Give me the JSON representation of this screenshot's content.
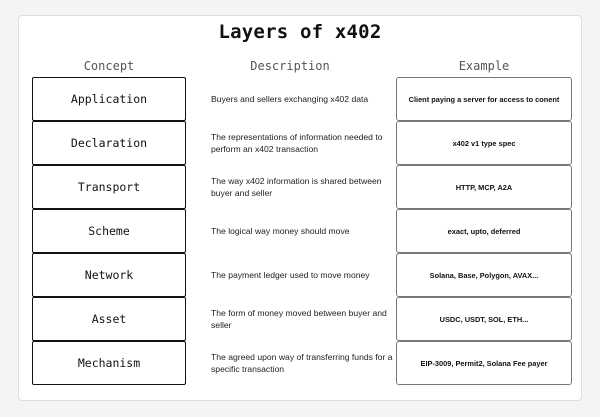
{
  "title": "Layers of x402",
  "headers": {
    "concept": "Concept",
    "description": "Description",
    "example": "Example"
  },
  "rows": [
    {
      "concept": "Application",
      "description": "Buyers and sellers exchanging x402 data",
      "example": "Client paying a server for access to conent"
    },
    {
      "concept": "Declaration",
      "description": "The representations of information needed to perform an x402 transaction",
      "example": "x402 v1 type spec"
    },
    {
      "concept": "Transport",
      "description": "The way x402 information is shared between buyer and seller",
      "example": "HTTP, MCP, A2A"
    },
    {
      "concept": "Scheme",
      "description": "The logical way money should move",
      "example": "exact, upto, deferred"
    },
    {
      "concept": "Network",
      "description": "The payment ledger used to move money",
      "example": "Solana, Base, Polygon, AVAX..."
    },
    {
      "concept": "Asset",
      "description": "The form of money moved between buyer and seller",
      "example": "USDC, USDT, SOL, ETH..."
    },
    {
      "concept": "Mechanism",
      "description": "The agreed upon way of transferring funds for a specific transaction",
      "example": "EIP-3009, Permit2, Solana Fee payer"
    }
  ]
}
